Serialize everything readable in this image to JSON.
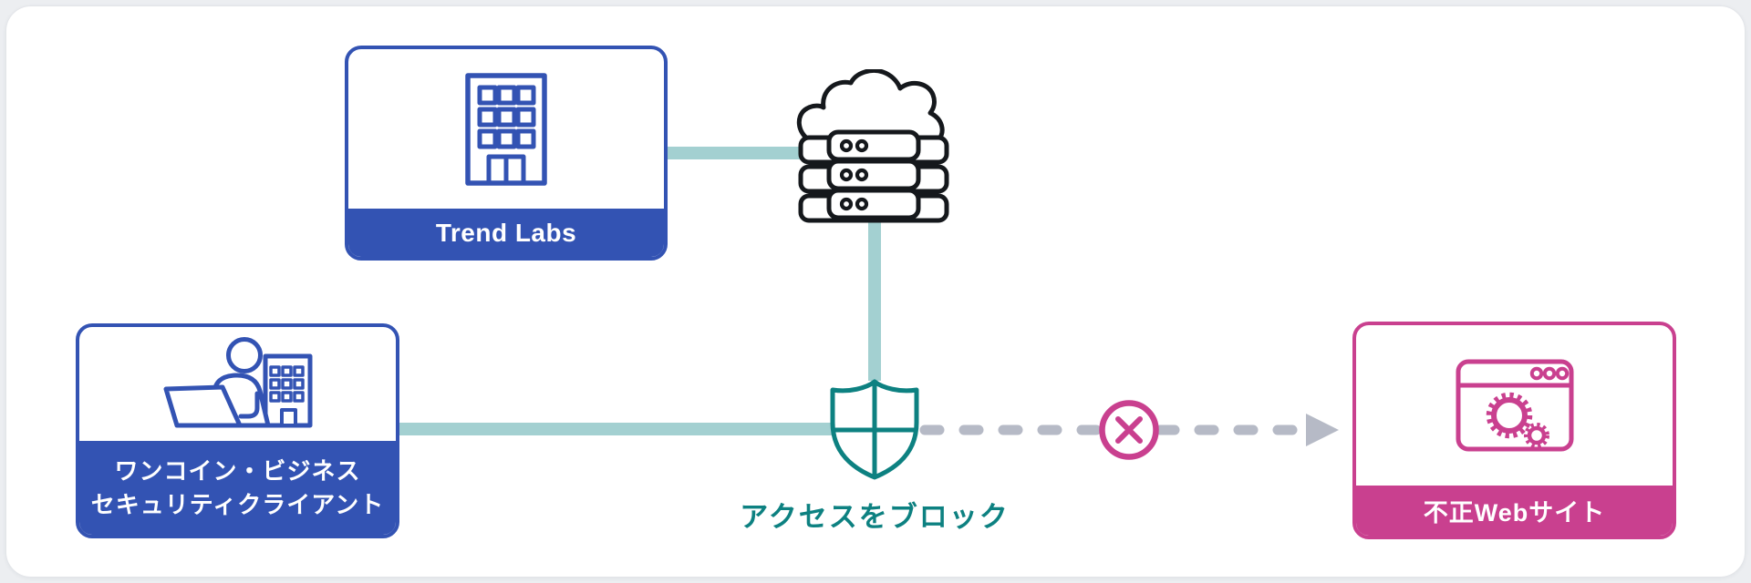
{
  "colors": {
    "page_bg": "#eceef1",
    "panel_bg": "#ffffff",
    "blue": "#3353b3",
    "teal_line": "#a3d0d1",
    "teal": "#0d8181",
    "pink": "#c9408f",
    "dash_gray": "#b6bac6",
    "ink": "#15181c",
    "label_text": "#ffffff"
  },
  "diagram": {
    "trend_labs": {
      "label": "Trend Labs",
      "icon": "office-building-icon"
    },
    "client": {
      "label_line1": "ワンコイン・ビジネス",
      "label_line2": "セキュリティクライアント",
      "icon": "person-laptop-building-icon"
    },
    "cloud_server": {
      "icon": "cloud-server-icon"
    },
    "shield": {
      "icon": "shield-cross-icon"
    },
    "block_caption": "アクセスをブロック",
    "blocked_mark": {
      "icon": "x-circle-icon"
    },
    "arrow": {
      "icon": "dashed-arrow-icon"
    },
    "blocked_site": {
      "label": "不正Webサイト",
      "icon": "browser-malware-icon"
    }
  }
}
